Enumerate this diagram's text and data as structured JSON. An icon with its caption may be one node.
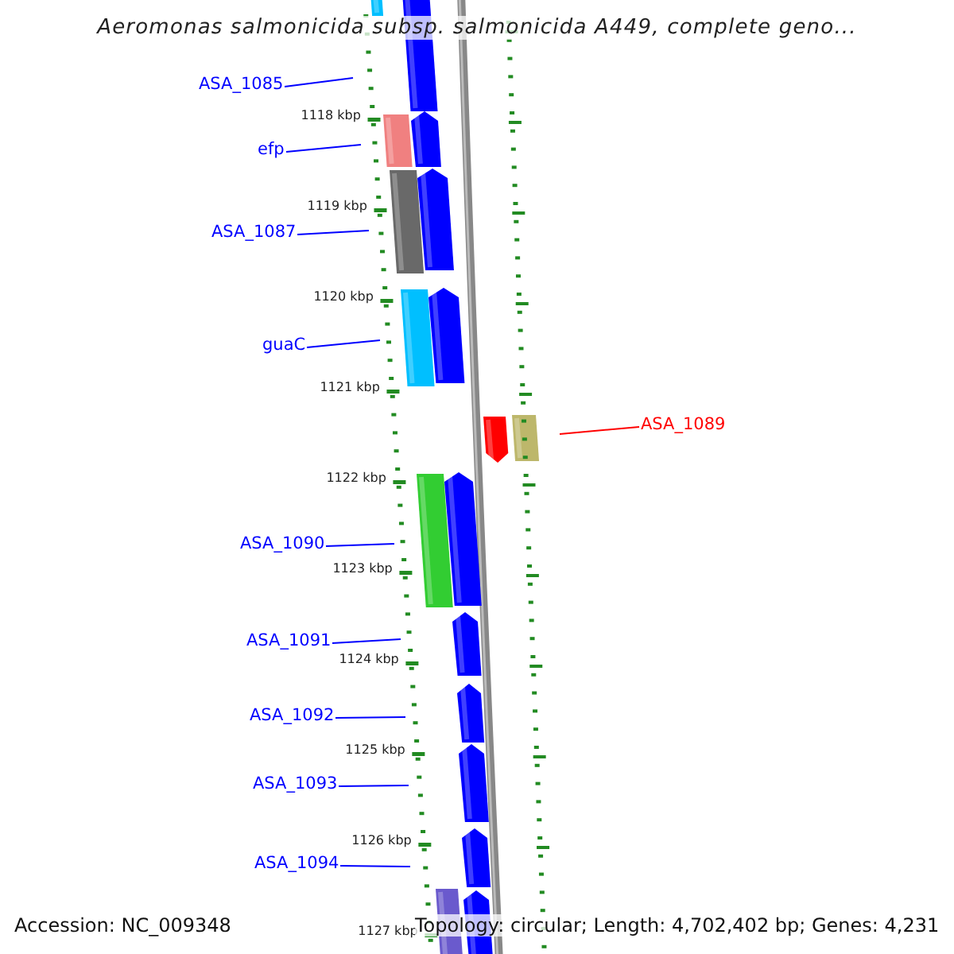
{
  "diagram": {
    "title": "Aeromonas salmonicida subsp. salmonicida A449, complete geno...",
    "nodes": [
      {
        "text": [
          "ASA_1085"
        ]
      },
      {
        "text": [
          "efp"
        ]
      },
      {
        "text": [
          "ASA_1087"
        ]
      },
      {
        "text": [
          "guaC"
        ]
      },
      {
        "text": [
          "ASA_1089"
        ]
      },
      {
        "text": [
          "ASA_1090"
        ]
      },
      {
        "text": [
          "ASA_1091"
        ]
      },
      {
        "text": [
          "ASA_1092"
        ]
      },
      {
        "text": [
          "ASA_1093"
        ]
      },
      {
        "text": [
          "ASA_1094"
        ]
      }
    ],
    "edges": [
      {
        "from": 0,
        "to": null,
        "arrow": "none"
      },
      {
        "from": 1,
        "to": null,
        "arrow": "none"
      },
      {
        "from": 2,
        "to": null,
        "arrow": "none"
      },
      {
        "from": 3,
        "to": null,
        "arrow": "none"
      },
      {
        "from": 4,
        "to": null,
        "arrow": "none",
        "color": "#ff0000"
      },
      {
        "from": 5,
        "to": null,
        "arrow": "none"
      },
      {
        "from": 6,
        "to": null,
        "arrow": "none"
      },
      {
        "from": 7,
        "to": null,
        "arrow": "none"
      },
      {
        "from": 8,
        "to": null,
        "arrow": "none"
      },
      {
        "from": 9,
        "to": null,
        "arrow": "none"
      }
    ],
    "labels": [
      "1118 kbp",
      "1119 kbp",
      "1120 kbp",
      "1121 kbp",
      "1122 kbp",
      "1123 kbp",
      "1124 kbp",
      "1125 kbp",
      "1126 kbp",
      "1127 kbp",
      "Accession: NC_009348",
      "Topology: circular; Length: 4,702,402 bp; Genes: 4,231"
    ]
  }
}
